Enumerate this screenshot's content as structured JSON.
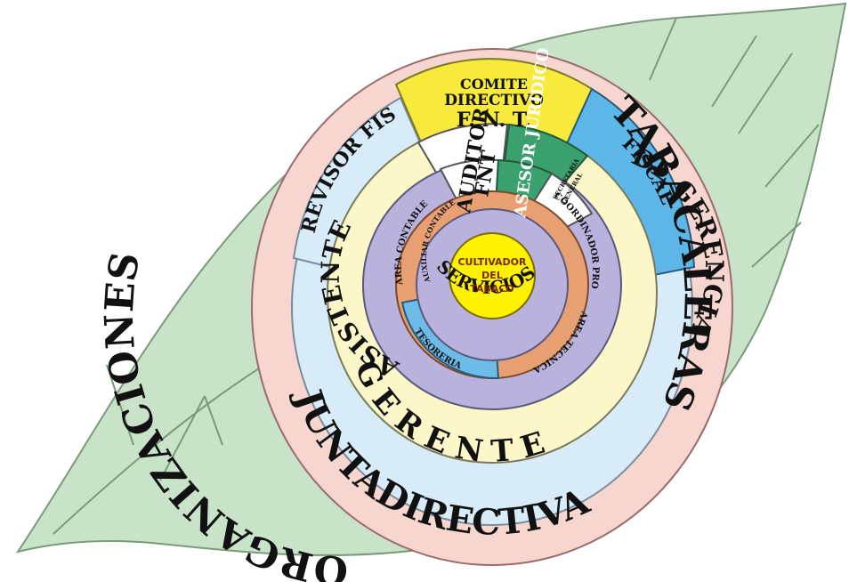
{
  "outer_ring": {
    "left_label": "ORGANIZACIONES",
    "right_label": "TABACALERAS"
  },
  "board": {
    "label": "JUNTADIRECTIVA"
  },
  "top_sectors": {
    "revisor": "REVISOR FISCAL",
    "comite_lines": [
      "COMITE",
      "DIRECTIVO",
      "F. N. T."
    ],
    "fiscal": "FISCAL"
  },
  "gerente": {
    "label": "G E R E N T E"
  },
  "auditor": {
    "lines": [
      "AUDITOR",
      "FNT"
    ]
  },
  "asesor": {
    "label": "ASESOR JURIDICO"
  },
  "secretaria": {
    "lines": [
      "SECRETARIA",
      "GENERAL"
    ]
  },
  "asistente": {
    "left": "ASISTENTE",
    "right": "DE GERENCIA"
  },
  "areas": {
    "contable": "AREA CONTABLE",
    "auxiliar": "AUXILIAR CONTABLE",
    "tesoreria": "TESORERIA",
    "coordinador": "COORDINADOR PROYECTOS",
    "tecnica": "AREA TECNICA"
  },
  "services": {
    "label": "SERVICIOS GENERALES"
  },
  "center": {
    "lines": [
      "CULTIVADOR",
      "DEL",
      "TABACO"
    ]
  },
  "colors": {
    "leaf": "#c9e3c9",
    "leaf_stroke": "#7a9a7a",
    "outer_ring": "#f6d6cf",
    "board_ring": "#d7ecf8",
    "comite": "#f7ea3c",
    "fiscal_blue": "#5cb6e8",
    "gerente_ring": "#fbf7c9",
    "auditor": "#ffffff",
    "asesor": "#3aa06e",
    "asistente_ring": "#b9b2dc",
    "area_orange": "#e8a073",
    "tesoreria_blue": "#6cbbe8",
    "center": "#fff200"
  }
}
